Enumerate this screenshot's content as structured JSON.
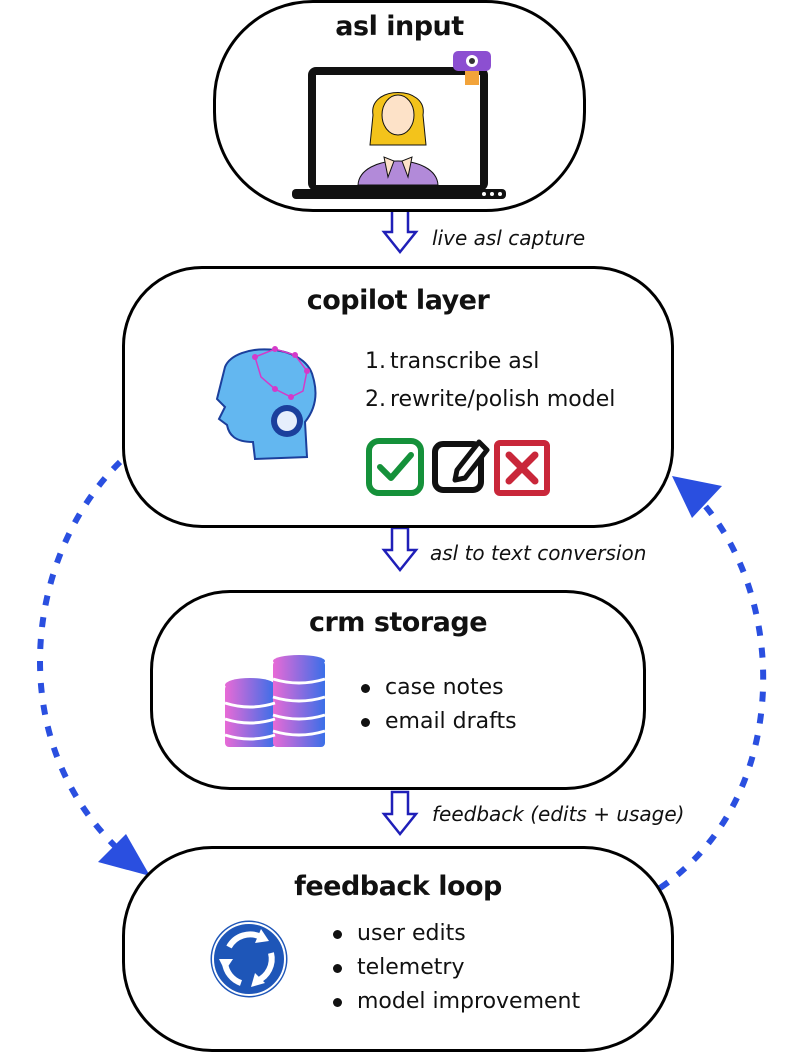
{
  "boxes": {
    "asl_input": {
      "title": "asl input"
    },
    "copilot_layer": {
      "title": "copilot layer",
      "steps": [
        {
          "num": "1.",
          "text": "transcribe asl"
        },
        {
          "num": "2.",
          "text": "rewrite/polish model"
        }
      ],
      "actions": [
        "check-icon",
        "edit-icon",
        "reject-icon"
      ]
    },
    "crm_storage": {
      "title": "crm storage",
      "items": [
        "case notes",
        "email drafts"
      ]
    },
    "feedback_loop": {
      "title": "feedback loop",
      "items": [
        "user edits",
        "telemetry",
        "model improvement"
      ]
    }
  },
  "flows": {
    "input_to_copilot": "live asl capture",
    "copilot_to_crm": "asl to text conversion",
    "crm_to_feedback": "feedback (edits + usage)"
  },
  "colors": {
    "arrow_outline": "#1f1fb8",
    "dashed_loop": "#2a4fe0",
    "check_green": "#15913a",
    "reject_red": "#c9273a",
    "db_pink": "#e86ad6",
    "db_blue": "#3a6fe8",
    "roundabout_blue": "#1e56b8"
  }
}
